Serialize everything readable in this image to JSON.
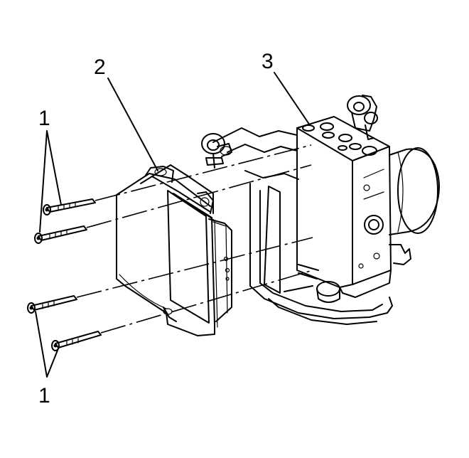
{
  "callouts": {
    "fastener_top": "1",
    "module": "2",
    "modulator": "3",
    "fastener_bottom": "1"
  }
}
